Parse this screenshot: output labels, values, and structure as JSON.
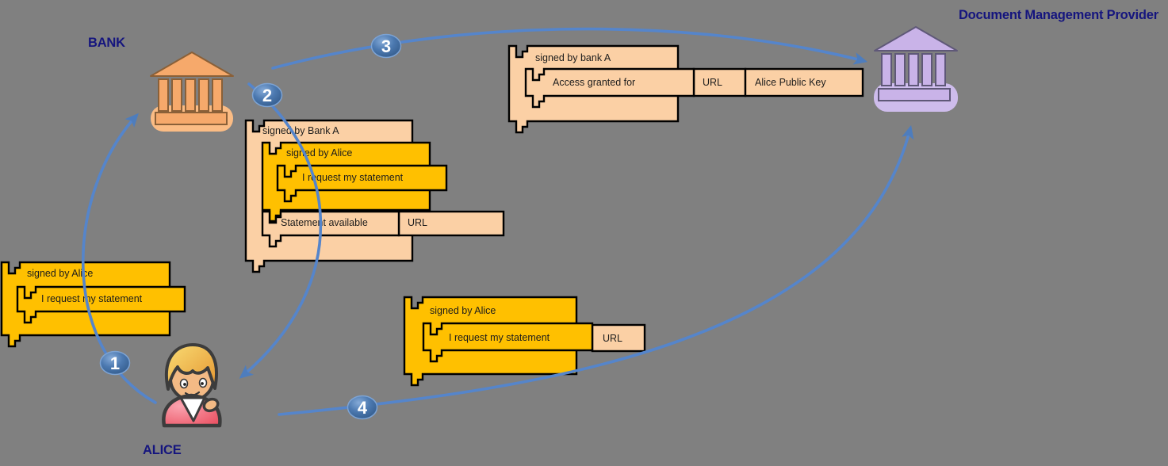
{
  "entities": {
    "bank": {
      "label": "BANK"
    },
    "document_management_provider": {
      "label": "Document Management Provider"
    },
    "alice": {
      "label": "ALICE"
    }
  },
  "step_markers": [
    {
      "label": "1"
    },
    {
      "label": "2"
    },
    {
      "label": "3"
    },
    {
      "label": "4"
    }
  ],
  "blocks": {
    "alice_request": {
      "signed_by": "signed by Alice",
      "message": "I request my statement"
    },
    "bank_statement_response": {
      "signed_by": "signed by Bank A",
      "inner_signed_by": "signed by Alice",
      "inner_message": "I request my statement",
      "statement": "Statement available",
      "url": "URL"
    },
    "access_grant": {
      "signed_by": "signed by bank A",
      "message": "Access granted for",
      "url": "URL",
      "key": "Alice Public Key"
    },
    "alice_request_url": {
      "signed_by": "signed by Alice",
      "message": "I request my statement",
      "url": "URL"
    }
  },
  "colors": {
    "background": "#808080",
    "gold_block": "#FFC000",
    "peach_block": "#FBD0A5",
    "arrow_blue": "#5585CB",
    "marker_ball_blue": "#42669D",
    "entity_label_navy": "#15157E",
    "bank_icon_orange": "#F6A96B",
    "dmp_icon_purple": "#C9B3E8",
    "alice_shirt_pink": "#EE5D6C"
  }
}
